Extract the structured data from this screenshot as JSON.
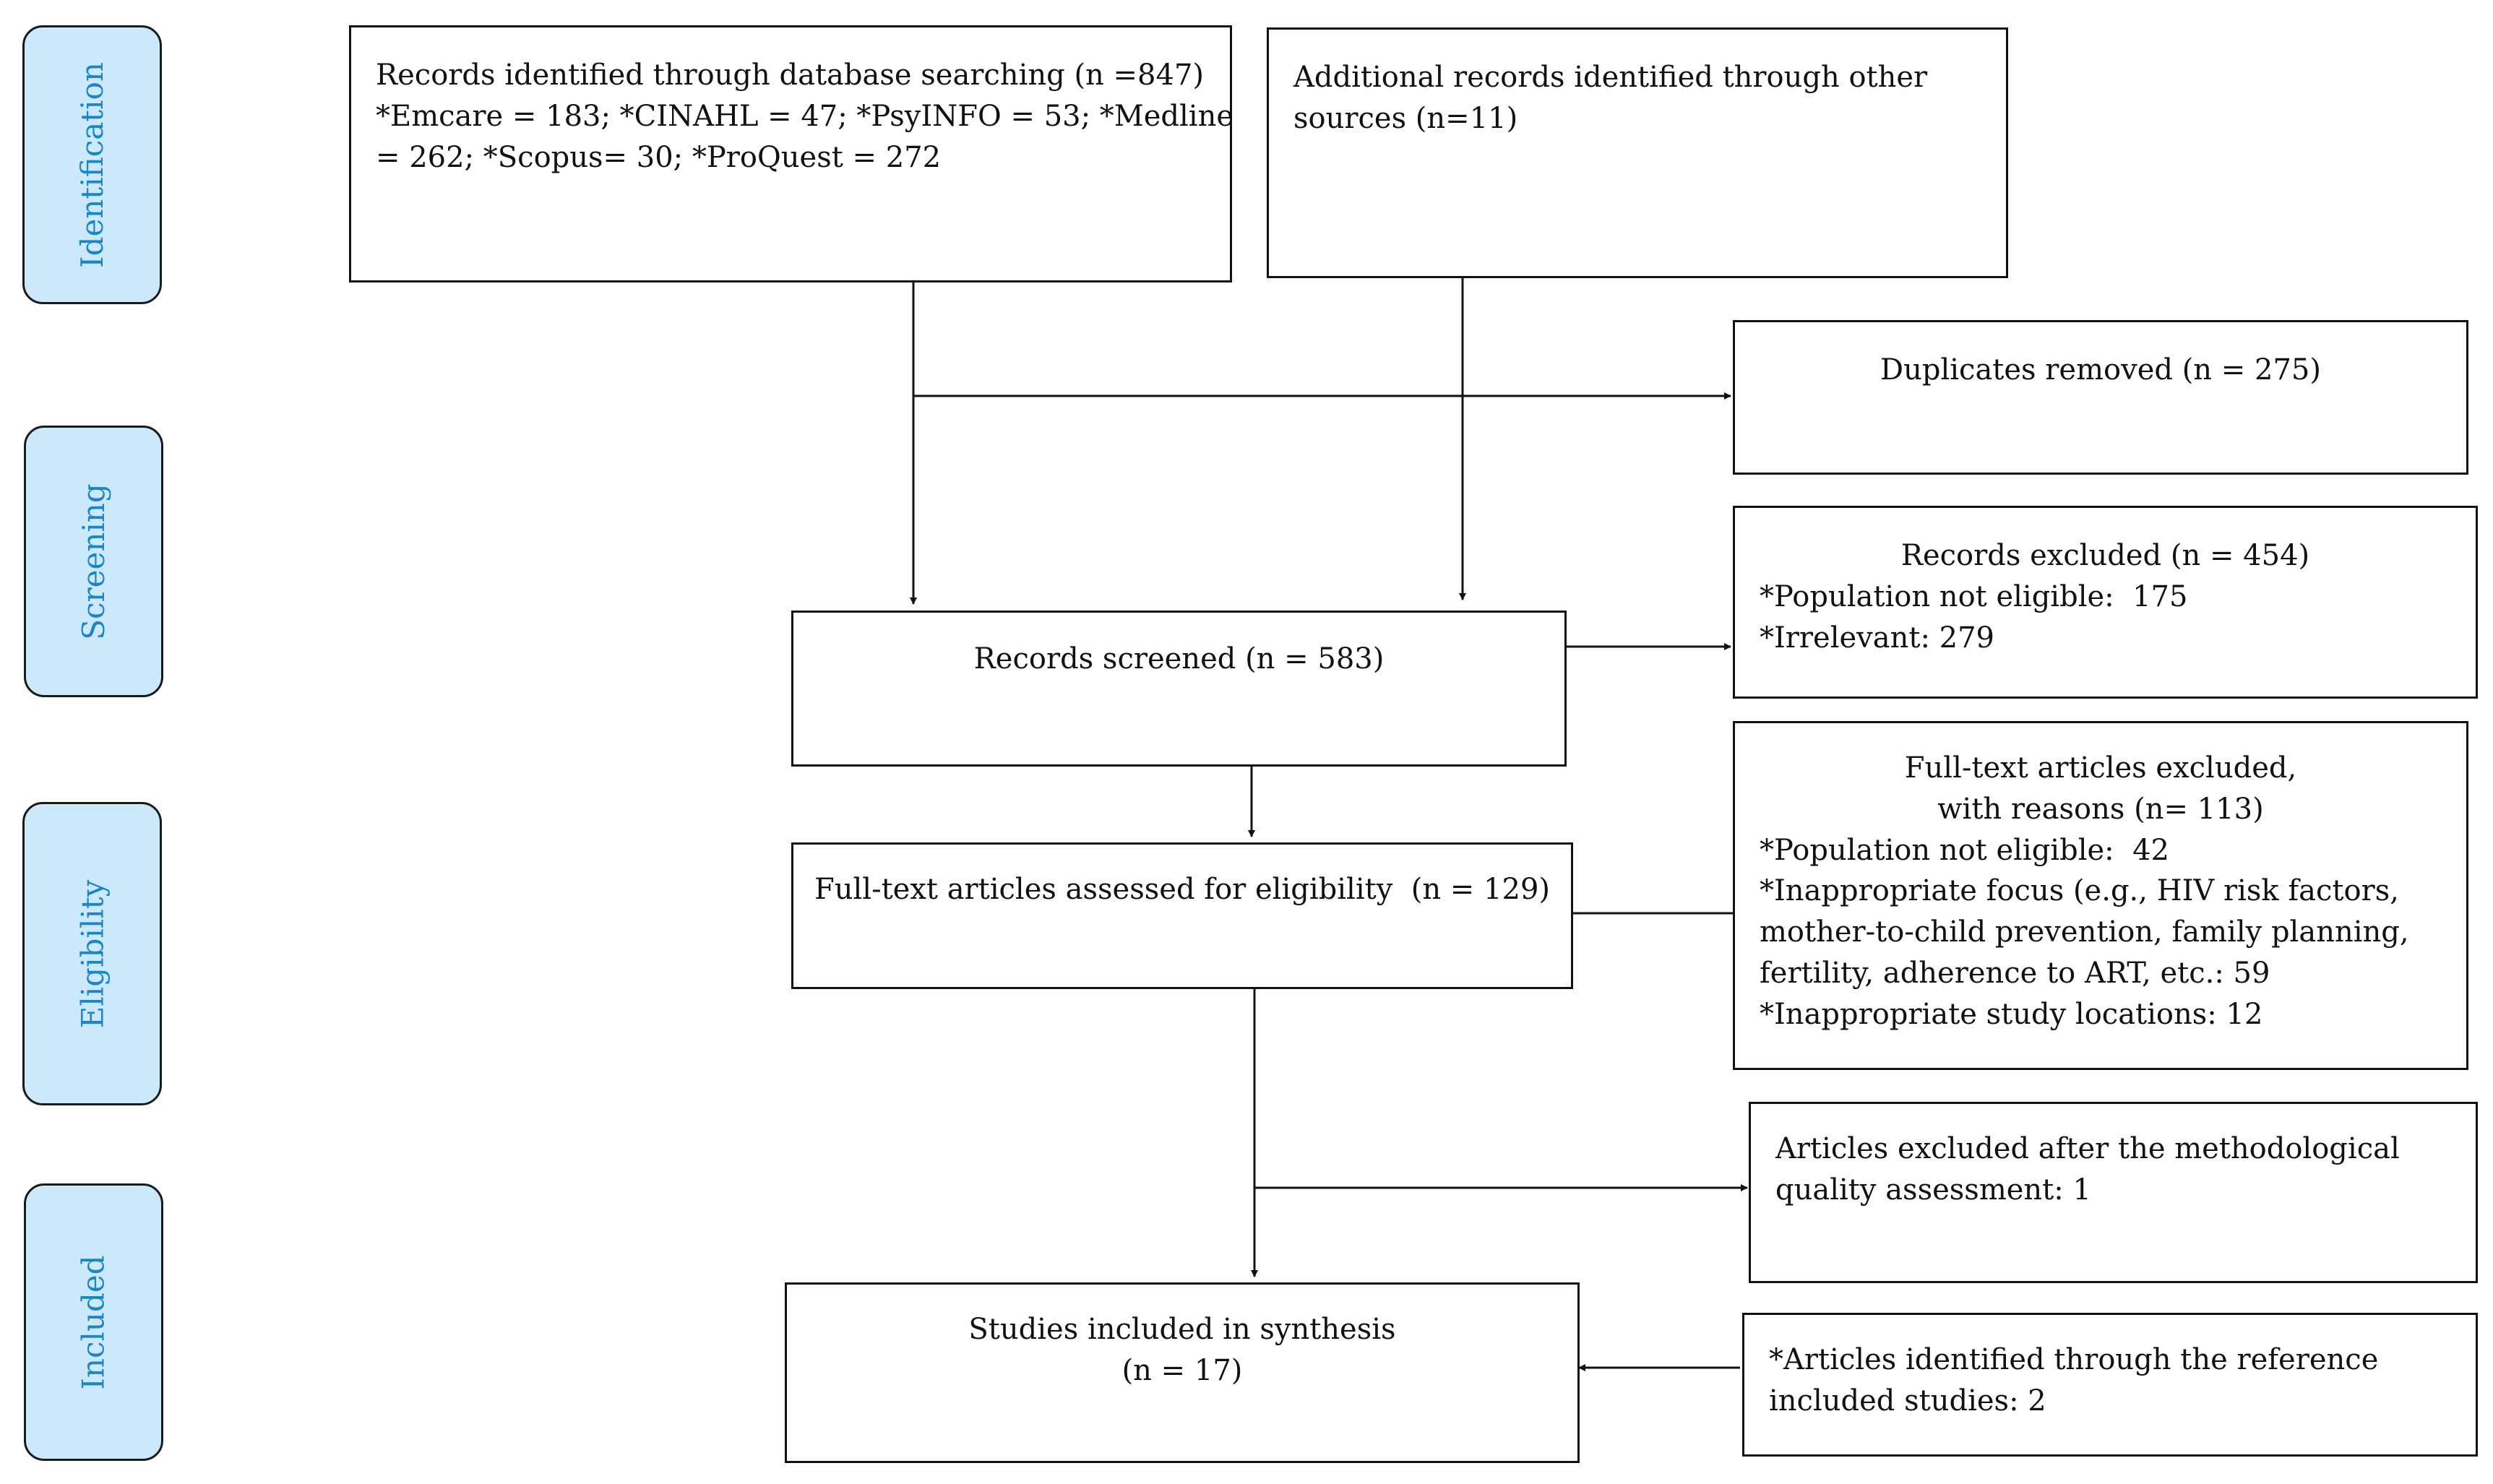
{
  "phases": {
    "identification": "Identification",
    "screening": "Screening",
    "eligibility": "Eligibility",
    "included": "Included"
  },
  "boxes": {
    "database_search": [
      "Records identified through database searching (n =847)",
      "*Emcare = 183; *CINAHL = 47; *PsyINFO = 53; *Medline",
      "= 262; *Scopus= 30; *ProQuest = 272"
    ],
    "other_sources": [
      "Additional records identified through other",
      "sources (n=11)"
    ],
    "duplicates_removed": [
      "Duplicates removed (n = 275)"
    ],
    "records_excluded": [
      "Records excluded (n = 454)",
      "*Population not eligible:  175",
      "*Irrelevant: 279"
    ],
    "records_screened": [
      "Records screened (n = 583)"
    ],
    "fulltext_excluded": [
      "Full-text articles excluded,",
      "with reasons (n= 113)",
      "*Population not eligible:  42",
      "*Inappropriate focus (e.g., HIV risk factors,",
      "mother-to-child prevention, family planning,",
      "fertility, adherence to ART, etc.: 59",
      "*Inappropriate study locations: 12"
    ],
    "fulltext_assessed": [
      "Full-text articles assessed for eligibility  (n = 129)"
    ],
    "quality_excluded": [
      "Articles excluded after the methodological",
      "quality assessment: 1"
    ],
    "studies_included": [
      "Studies included in synthesis",
      "(n = 17)"
    ],
    "reference_identified": [
      "*Articles identified through the reference",
      "included studies: 2"
    ]
  }
}
